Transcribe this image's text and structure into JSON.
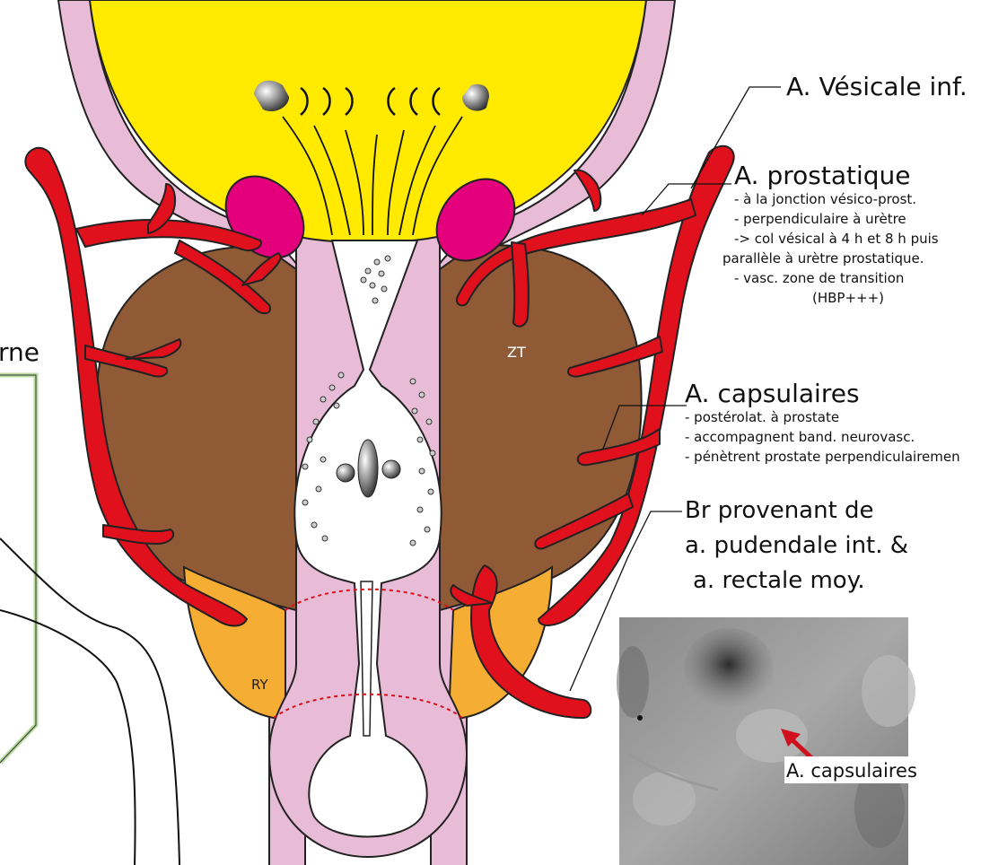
{
  "colors": {
    "bladder": "#ffea00",
    "wall": "#e8bcd6",
    "brown": "#8f5a35",
    "orange": "#f5ad34",
    "artery": "#e0101d",
    "magenta": "#e4007c",
    "green": "#b9dca0",
    "dashed": "#d8101c"
  },
  "labels": {
    "vesicale": "A. Vésicale inf.",
    "prostatique": {
      "title": "A. prostatique",
      "lines": [
        "- à la jonction vésico-prost.",
        "- perpendiculaire à urètre",
        "-> col vésical à 4 h et 8 h puis",
        "parallèle à urètre prostatique.",
        "- vasc. zone de transition",
        "(HBP+++)"
      ]
    },
    "capsulaires": {
      "title": "A. capsulaires",
      "lines": [
        "- postérolat. à prostate",
        "- accompagnent band. neurovasc.",
        "- pénètrent prostate perpendiculairemen"
      ]
    },
    "br": [
      "Br provenant de",
      "a. pudendale int. &",
      "a. rectale moy."
    ],
    "left_cut": "rne",
    "zt": "ZT",
    "ry": "RY",
    "xray_label": "A. capsulaires"
  },
  "icons": [
    "arrow-icon"
  ]
}
